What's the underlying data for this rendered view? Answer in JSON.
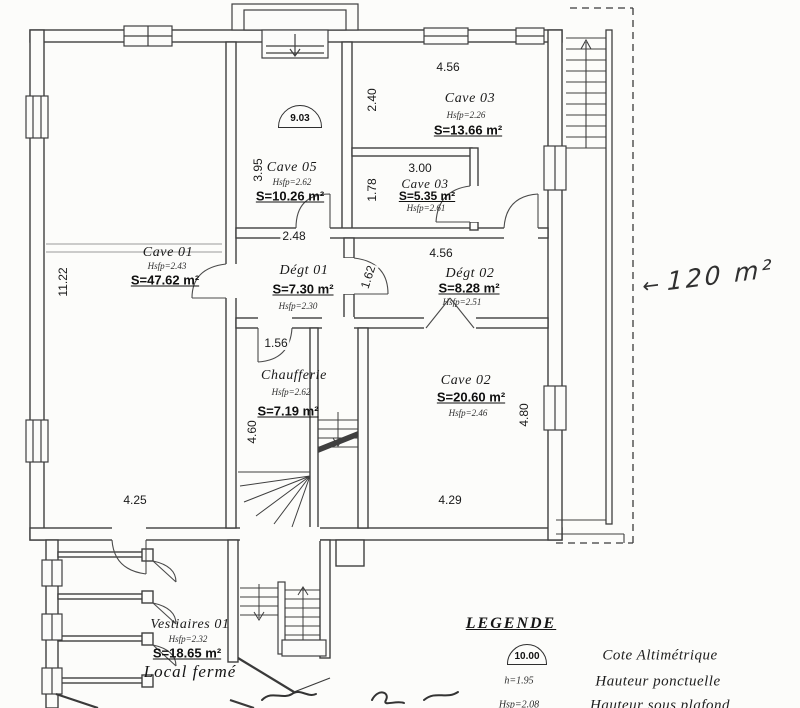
{
  "plan": {
    "rooms": {
      "cave01": {
        "name": "Cave 01",
        "hsfp": "Hsfp=2.43",
        "surface": "S=47.62 m²"
      },
      "cave05": {
        "name": "Cave 05",
        "hsfp": "Hsfp=2.62",
        "surface": "S=10.26 m²"
      },
      "cave03a": {
        "name": "Cave 03",
        "hsfp": "Hsfp=2.26",
        "surface": "S=13.66 m²"
      },
      "cave03b": {
        "name": "Cave 03",
        "surface": "S=5.35 m²",
        "hsfp": "Hsfp=2.61"
      },
      "degt01": {
        "name": "Dégt 01",
        "surface": "S=7.30 m²",
        "hsfp": "Hsfp=2.30"
      },
      "degt02": {
        "name": "Dégt 02",
        "surface": "S=8.28 m²",
        "hsfp": "Hsfp=2.51"
      },
      "chaufferie": {
        "name": "Chaufferie",
        "hsfp": "Hsfp=2.62",
        "surface": "S=7.19 m²"
      },
      "cave02": {
        "name": "Cave 02",
        "surface": "S=20.60 m²",
        "hsfp": "Hsfp=2.46"
      },
      "vestiaires01": {
        "name": "Vestiaires 01",
        "hsfp": "Hsfp=2.32",
        "surface": "S=18.65 m²"
      }
    },
    "other_labels": {
      "local_ferme": "Local fermé"
    },
    "altimetry_marks": {
      "cave05": "9.03"
    },
    "dimensions": {
      "cave03_top": "4.56",
      "cave03_left": "2.40",
      "cave03b_top": "3.00",
      "cave03b_left": "1.78",
      "cave05_left": "3.95",
      "degt01_top": "2.48",
      "degt01_right": "1.62",
      "degt02_top": "4.56",
      "cave01_left": "11.22",
      "chaufferie_top": "1.56",
      "chaufferie_left": "4.60",
      "cave02_right": "4.80",
      "cave01_bottom": "4.25",
      "cave02_bottom": "4.29"
    }
  },
  "legend": {
    "title": "LEGENDE",
    "items": [
      {
        "symbol": "10.00",
        "label": "Cote Altimétrique"
      },
      {
        "symbol": "h=1.95",
        "label": "Hauteur ponctuelle"
      },
      {
        "symbol": "Hsp=2.08",
        "label": "Hauteur sous plafond"
      }
    ]
  },
  "handwritten_annotation": {
    "arrow": "←",
    "text": "120 m²"
  }
}
